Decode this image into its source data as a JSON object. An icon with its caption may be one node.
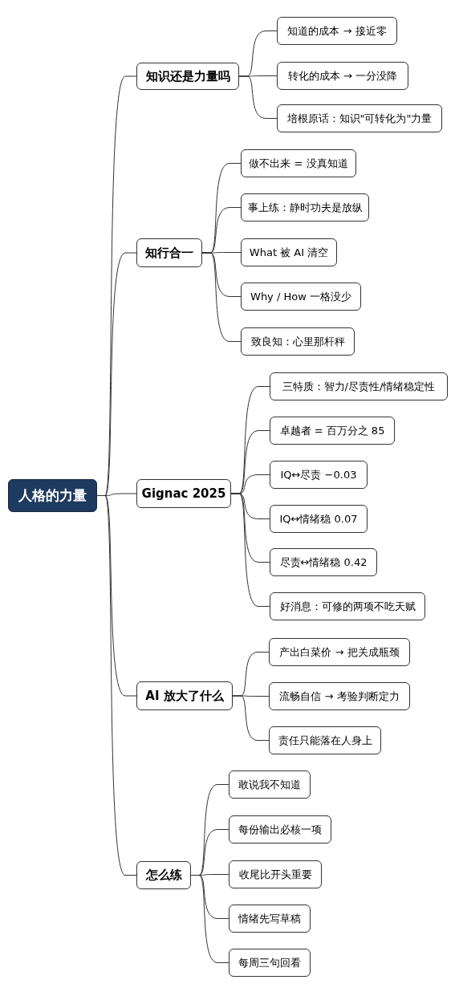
{
  "diagram": {
    "nodes": [
      {
        "text": [
          "人格的力量"
        ]
      },
      {
        "text": [
          "知识还是力量吗"
        ]
      },
      {
        "text": [
          "知道的成本 → 接近零"
        ]
      },
      {
        "text": [
          "转化的成本 → 一分没降"
        ]
      },
      {
        "text": [
          "培根原话：知识\"可转化为\"力量"
        ]
      },
      {
        "text": [
          "知行合一"
        ]
      },
      {
        "text": [
          "做不出来 = 没真知道"
        ]
      },
      {
        "text": [
          "事上练：静时功夫是放纵"
        ]
      },
      {
        "text": [
          "What 被 AI 清空"
        ]
      },
      {
        "text": [
          "Why / How 一格没少"
        ]
      },
      {
        "text": [
          "致良知：心里那杆秤"
        ]
      },
      {
        "text": [
          "Gignac 2025"
        ]
      },
      {
        "text": [
          "三特质：智力/尽责性/情绪稳定性"
        ]
      },
      {
        "text": [
          "卓越者 = 百万分之 85"
        ]
      },
      {
        "text": [
          "IQ↔尽责 −0.03"
        ]
      },
      {
        "text": [
          "IQ↔情绪稳 0.07"
        ]
      },
      {
        "text": [
          "尽责↔情绪稳 0.42"
        ]
      },
      {
        "text": [
          "好消息：可修的两项不吃天赋"
        ]
      },
      {
        "text": [
          "AI 放大了什么"
        ]
      },
      {
        "text": [
          "产出白菜价 → 把关成瓶颈"
        ]
      },
      {
        "text": [
          "流畅自信 → 考验判断定力"
        ]
      },
      {
        "text": [
          "责任只能落在人身上"
        ]
      },
      {
        "text": [
          "怎么练"
        ]
      },
      {
        "text": [
          "敢说我不知道"
        ]
      },
      {
        "text": [
          "每份输出必核一项"
        ]
      },
      {
        "text": [
          "收尾比开头重要"
        ]
      },
      {
        "text": [
          "情绪先写草稿"
        ]
      },
      {
        "text": [
          "每周三句回看"
        ]
      }
    ],
    "edges": [
      {
        "from": 0,
        "to": 1,
        "arrow": "none"
      },
      {
        "from": 1,
        "to": 2,
        "arrow": "none"
      },
      {
        "from": 1,
        "to": 3,
        "arrow": "none"
      },
      {
        "from": 1,
        "to": 4,
        "arrow": "none"
      },
      {
        "from": 0,
        "to": 5,
        "arrow": "none"
      },
      {
        "from": 5,
        "to": 6,
        "arrow": "none"
      },
      {
        "from": 5,
        "to": 7,
        "arrow": "none"
      },
      {
        "from": 5,
        "to": 8,
        "arrow": "none"
      },
      {
        "from": 5,
        "to": 9,
        "arrow": "none"
      },
      {
        "from": 5,
        "to": 10,
        "arrow": "none"
      },
      {
        "from": 0,
        "to": 11,
        "arrow": "none"
      },
      {
        "from": 11,
        "to": 12,
        "arrow": "none"
      },
      {
        "from": 11,
        "to": 13,
        "arrow": "none"
      },
      {
        "from": 11,
        "to": 14,
        "arrow": "none"
      },
      {
        "from": 11,
        "to": 15,
        "arrow": "none"
      },
      {
        "from": 11,
        "to": 16,
        "arrow": "none"
      },
      {
        "from": 11,
        "to": 17,
        "arrow": "none"
      },
      {
        "from": 0,
        "to": 18,
        "arrow": "none"
      },
      {
        "from": 18,
        "to": 19,
        "arrow": "none"
      },
      {
        "from": 18,
        "to": 20,
        "arrow": "none"
      },
      {
        "from": 18,
        "to": 21,
        "arrow": "none"
      },
      {
        "from": 0,
        "to": 22,
        "arrow": "none"
      },
      {
        "from": 22,
        "to": 23,
        "arrow": "none"
      },
      {
        "from": 22,
        "to": 24,
        "arrow": "none"
      },
      {
        "from": 22,
        "to": 25,
        "arrow": "none"
      },
      {
        "from": 22,
        "to": 26,
        "arrow": "none"
      },
      {
        "from": 22,
        "to": 27,
        "arrow": "none"
      }
    ]
  }
}
